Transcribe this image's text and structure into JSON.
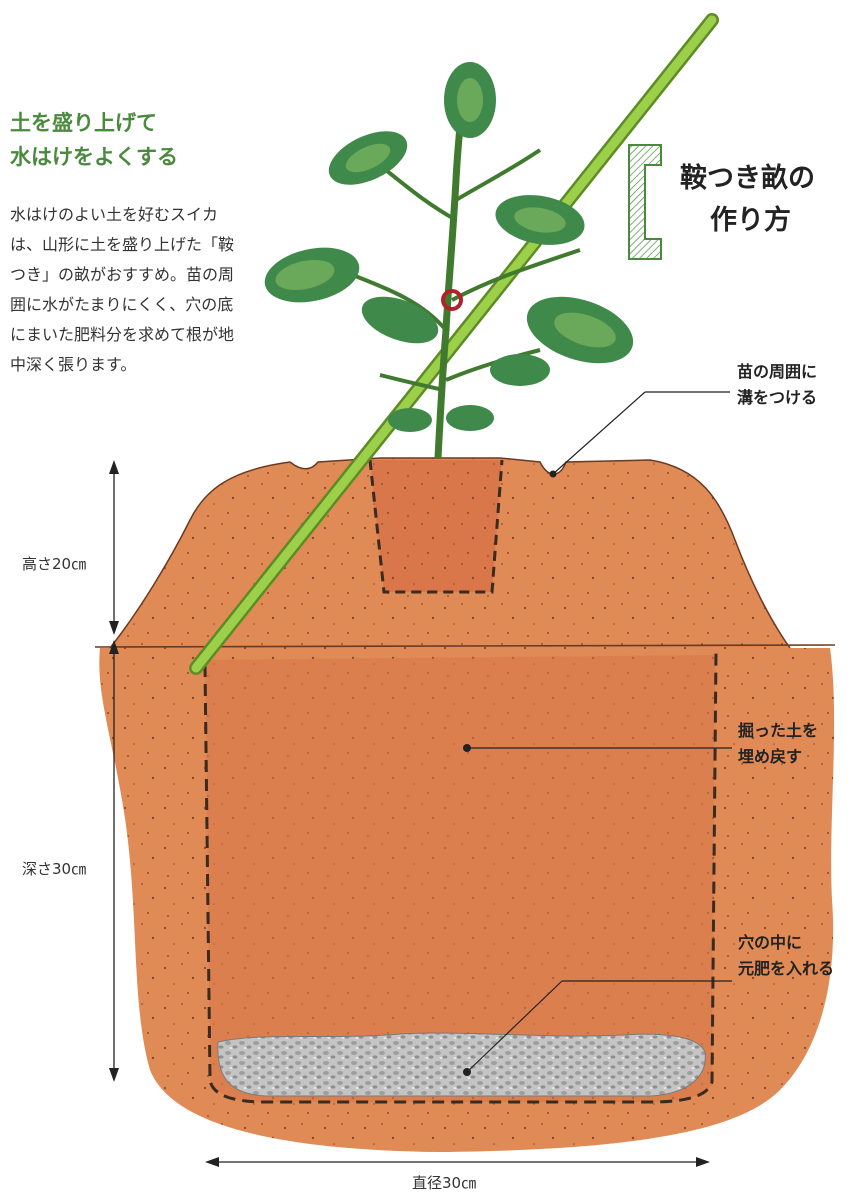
{
  "headline": {
    "line1": "土を盛り上げて",
    "line2": "水はけをよくする"
  },
  "description": "水はけのよい土を好むスイカは、山形に土を盛り上げた「鞍つき」の畝がおすすめ。苗の周囲に水がたまりにくく、穴の底にまいた肥料分を求めて根が地中深く張ります。",
  "title": {
    "line1": "鞍つき畝の",
    "line2": "作り方"
  },
  "labels": {
    "trench": {
      "line1": "苗の周囲に",
      "line2": "溝をつける"
    },
    "refill": {
      "line1": "掘った土を",
      "line2": "埋め戻す"
    },
    "fertilizer": {
      "line1": "穴の中に",
      "line2": "元肥を入れる"
    }
  },
  "dimensions": {
    "height": "高さ20㎝",
    "depth": "深さ30㎝",
    "diameter": "直径30㎝"
  },
  "colors": {
    "accent_green": "#4a8a3c",
    "soil": "#e08a55",
    "soil_dark": "#c9683a",
    "leaf": "#3f8a4a",
    "stake": "#8cc63f",
    "fertilizer": "#b9b9b9",
    "tie": "#b3202a"
  },
  "icons": {
    "title_bracket": "hatched-bracket-icon"
  }
}
